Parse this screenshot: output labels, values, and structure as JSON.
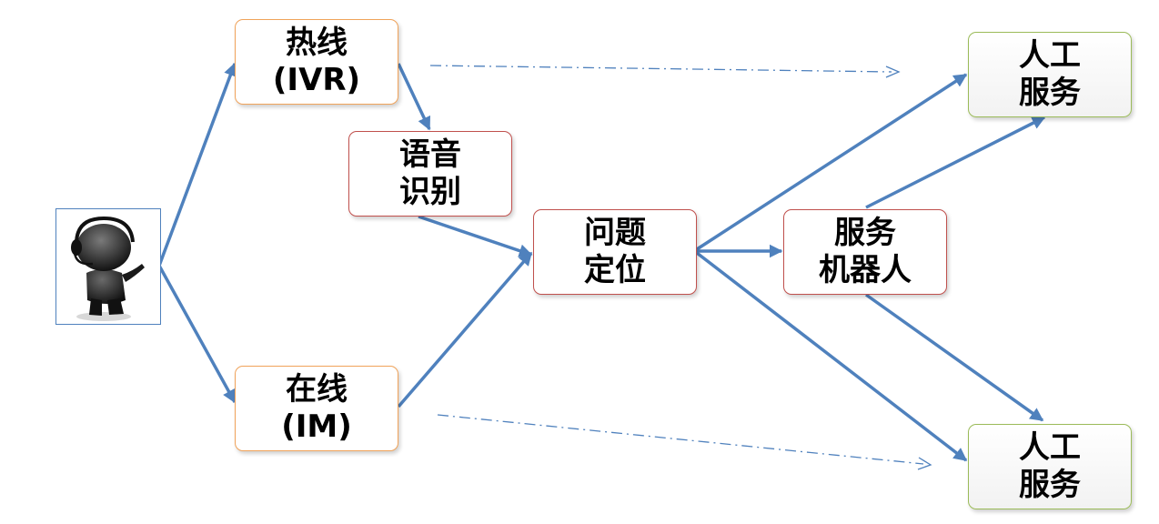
{
  "colors": {
    "arrow": "#4f81bd",
    "node_border_orange": "#f0a35a",
    "node_border_red": "#c0504d",
    "node_border_green": "#9bbb59"
  },
  "user": {
    "icon": "headset-user-icon"
  },
  "nodes": {
    "hotline": {
      "line1": "热线",
      "line2": "(IVR)"
    },
    "speech": {
      "line1": "语音",
      "line2": "识别"
    },
    "locate": {
      "line1": "问题",
      "line2": "定位"
    },
    "robot": {
      "line1": "服务",
      "line2": "机器人"
    },
    "online": {
      "line1": "在线",
      "line2": "(IM)"
    },
    "human_top": {
      "line1": "人工",
      "line2": "服务"
    },
    "human_bottom": {
      "line1": "人工",
      "line2": "服务"
    }
  }
}
